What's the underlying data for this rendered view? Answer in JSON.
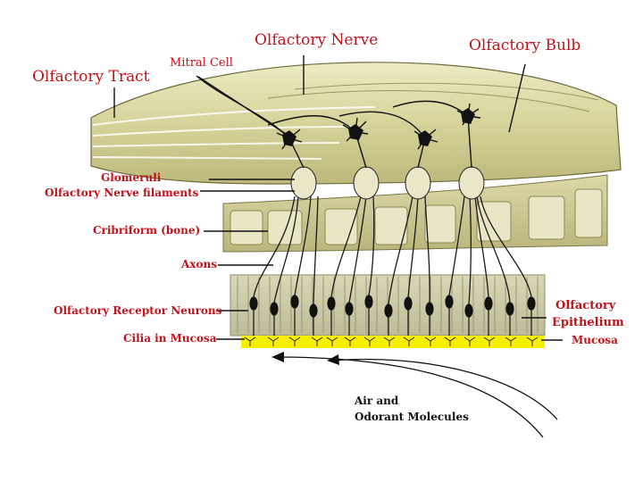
{
  "colors": {
    "label_red": "#c0121a",
    "bulb_fill": "#d8d59e",
    "bone_fill": "#ccc991",
    "mucosa_yellow": "#f6f000",
    "ink": "#111111"
  },
  "labels": {
    "olfactory_nerve": "Olfactory Nerve",
    "olfactory_bulb": "Olfactory Bulb",
    "olfactory_tract": "Olfactory Tract",
    "mitral_cell": "Mitral Cell",
    "glomeruli": "Glomeruli",
    "nerve_filaments": "Olfactory Nerve filaments",
    "cribriform": "Cribriform (bone)",
    "axons": "Axons",
    "receptor_neurons": "Olfactory Receptor Neurons",
    "cilia": "Cilia in Mucosa",
    "epithelium_line1": "Olfactory",
    "epithelium_line2": "Epithelium",
    "mucosa": "Mucosa",
    "air_line1": "Air and",
    "air_line2": "Odorant Molecules"
  }
}
